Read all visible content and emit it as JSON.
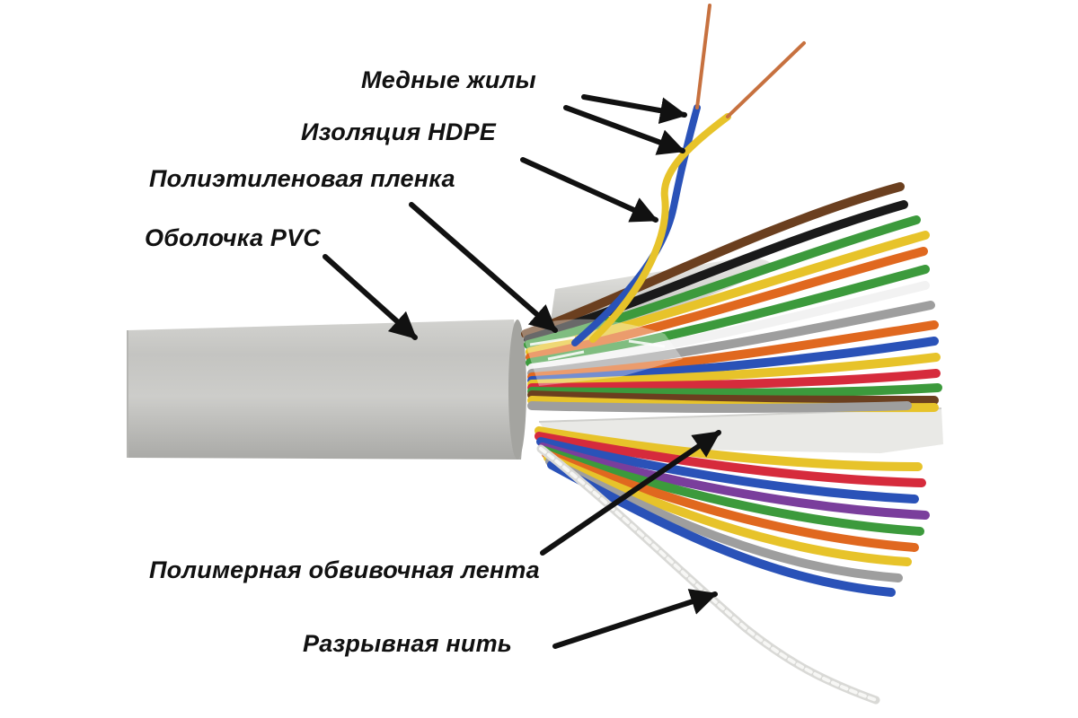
{
  "labels": {
    "copper_cores": "Медные жилы",
    "hdpe_insulation": "Изоляция HDPE",
    "polyethylene_film": "Полиэтиленовая пленка",
    "pvc_sheath": "Оболочка PVC",
    "polymer_wrap_tape": "Полимерная обвивочная лента",
    "rip_cord": "Разрывная нить"
  },
  "colors": {
    "background": "#ffffff",
    "sheath": "#c9c9c7",
    "label_text": "#111111",
    "arrow": "#111111",
    "wires": [
      "#e7c32a",
      "#2a52b8",
      "#e0681f",
      "#6b3f1f",
      "#3c9a3c",
      "#d62b3c",
      "#7a3e9c",
      "#9e9e9e",
      "#f2f2f2",
      "#1a1a1a"
    ]
  }
}
